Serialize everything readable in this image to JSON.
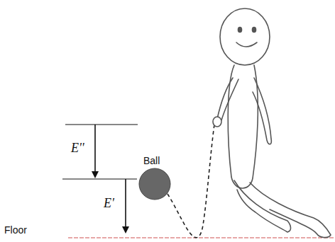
{
  "diagram": {
    "labels": [
      "E''",
      "Ball",
      "E'",
      "Floor"
    ]
  }
}
